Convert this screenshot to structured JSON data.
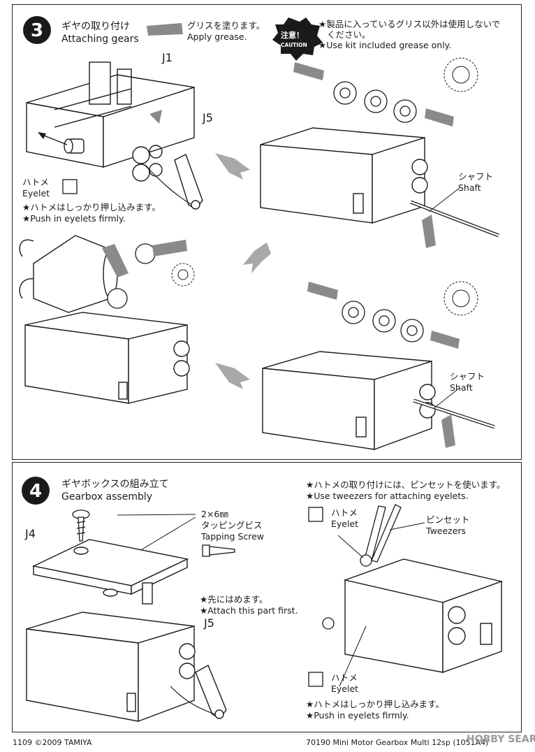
{
  "step3": {
    "number": "3",
    "title_jp": "ギヤの取り付け",
    "title_en": "Attaching gears",
    "grease_jp": "グリスを塗ります。",
    "grease_en": "Apply grease.",
    "caution_jp": "注意！",
    "caution_en": "CAUTION",
    "caution_text_jp_1": "★製品に入っているグリス以外は使用しないで",
    "caution_text_jp_2": "ください。",
    "caution_text_en": "★Use kit included grease only.",
    "label_j1": "J1",
    "label_j5": "J5",
    "eyelet_jp": "ハトメ",
    "eyelet_en": "Eyelet",
    "push_jp": "★ハトメはしっかり押し込みます。",
    "push_en": "★Push in eyelets firmly.",
    "shaft_jp": "シャフト",
    "shaft_en": "Shaft",
    "shaft2_jp": "シャフト",
    "shaft2_en": "Shaft"
  },
  "step4": {
    "number": "4",
    "title_jp": "ギヤボックスの組み立て",
    "title_en": "Gearbox assembly",
    "label_j4": "J4",
    "screw_size": "2×6㎜",
    "screw_jp": "タッピングビス",
    "screw_en": "Tapping Screw",
    "first_jp": "★先にはめます。",
    "first_en": "★Attach this part first.",
    "label_j5": "J5",
    "tweezer_note_jp": "★ハトメの取り付けには、ピンセットを使います。",
    "tweezer_note_en": "★Use tweezers for attaching eyelets.",
    "eyelet_jp": "ハトメ",
    "eyelet_en": "Eyelet",
    "tweezers_jp": "ピンセット",
    "tweezers_en": "Tweezers",
    "eyelet2_jp": "ハトメ",
    "eyelet2_en": "Eyelet",
    "push_jp": "★ハトメはしっかり押し込みます。",
    "push_en": "★Push in eyelets firmly."
  },
  "footer": {
    "left": "1109 ©2009 TAMIYA",
    "right": "70190  Mini Motor Gearbox Multi 12sp (1051A4)",
    "watermark": "HOBBY SEARCH"
  },
  "colors": {
    "ink": "#1a1a1a",
    "grease_gray": "#8a8a8a",
    "arrow_gray": "#9a9a9a"
  }
}
